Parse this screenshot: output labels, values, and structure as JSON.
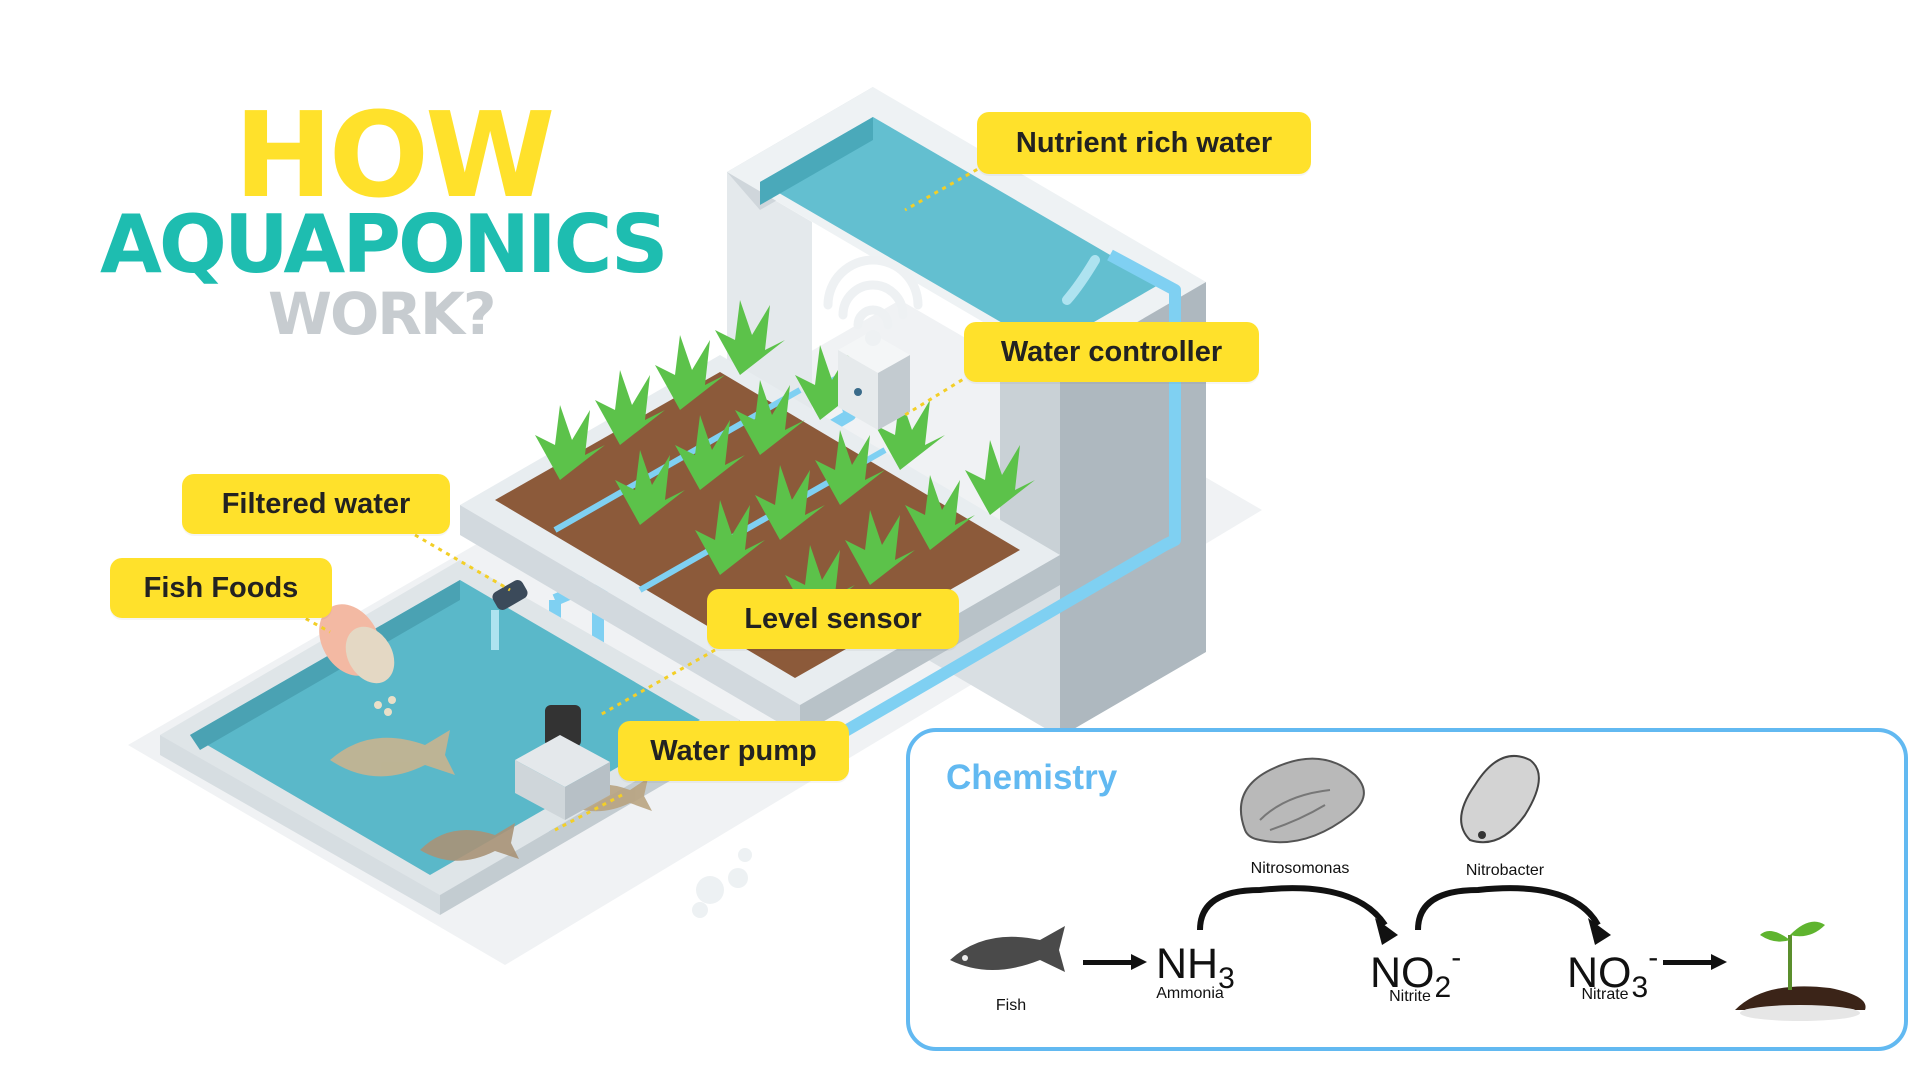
{
  "title": {
    "line1": "HOW",
    "line2": "AQUAPONICS",
    "line3": "WORK?"
  },
  "callouts": {
    "nutrient_rich_water": "Nutrient rich water",
    "water_controller": "Water controller",
    "filtered_water": "Filtered water",
    "fish_foods": "Fish Foods",
    "level_sensor": "Level sensor",
    "water_pump": "Water pump"
  },
  "chemistry": {
    "title": "Chemistry",
    "fish_label": "Fish",
    "bacteria1": "Nitrosomonas",
    "bacteria2": "Nitrobacter",
    "ammonia_label": "Ammonia",
    "nitrite_label": "Nitrite",
    "nitrate_label": "Nitrate",
    "nh3": {
      "base": "NH",
      "sub": "3"
    },
    "no2": {
      "base": "NO",
      "sub": "2",
      "sup": "-"
    },
    "no3": {
      "base": "NO",
      "sub": "3",
      "sup": "-"
    }
  },
  "colors": {
    "callout": "#ffe12b",
    "title_yellow": "#ffe12b",
    "title_teal": "#1ebdb0",
    "title_grey": "#c7ccd0",
    "water": "#5ab8c9",
    "pipe": "#7fd0f2",
    "chem_border": "#62b9f1"
  },
  "icons": [
    "wifi-icon",
    "fish-icon",
    "plant-icon",
    "bacteria-icon",
    "arrow-icon"
  ]
}
